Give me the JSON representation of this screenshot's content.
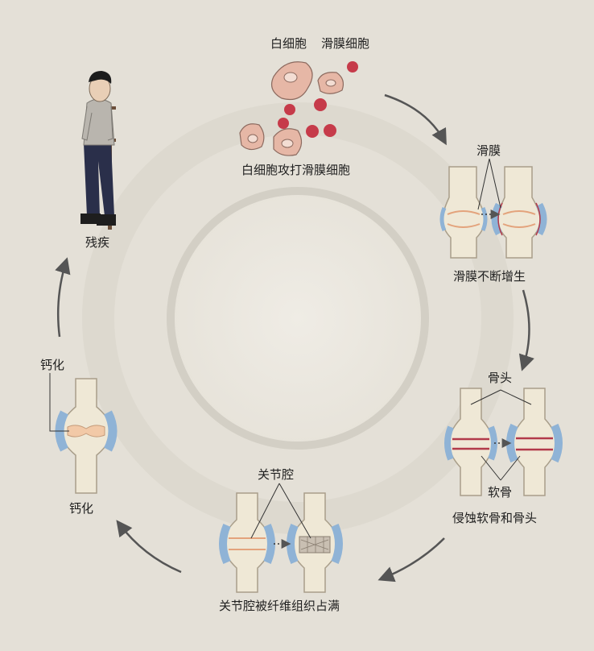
{
  "colors": {
    "background": "#e4e0d7",
    "bone": "#efe8d6",
    "bone_outline": "#a99e8a",
    "synovium_blue": "#8fb3d6",
    "synovium_red": "#b23a4a",
    "cartilage": "#f2c9a7",
    "cell_pink": "#e6b7a6",
    "cell_red": "#c63b4a",
    "arrow": "#555555"
  },
  "stages": {
    "cells": {
      "white_cell_label": "白细胞",
      "synovial_cell_label": "滑膜细胞",
      "caption": "白细胞攻打滑膜细胞"
    },
    "synovium": {
      "pointer_label": "滑膜",
      "caption": "滑膜不断增生"
    },
    "erosion": {
      "bone_label": "骨头",
      "cartilage_label": "软骨",
      "caption": "侵蚀软骨和骨头"
    },
    "fibrosis": {
      "pointer_label": "关节腔",
      "caption": "关节腔被纤维组织占满"
    },
    "calcification": {
      "pointer_label": "钙化",
      "caption": "钙化"
    },
    "disability": {
      "caption": "残疾"
    }
  }
}
